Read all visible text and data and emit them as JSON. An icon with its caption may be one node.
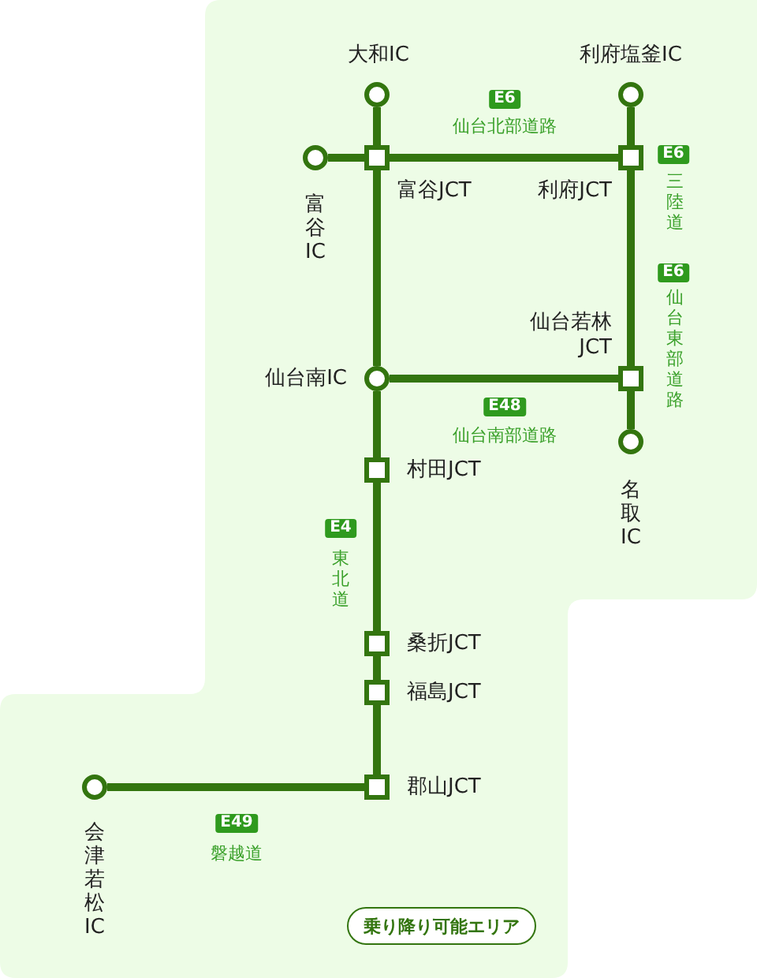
{
  "diagram": {
    "nodes": [
      {
        "text": [],
        "shape": "circle",
        "beside": [
          "大和IC"
        ]
      },
      {
        "text": [],
        "shape": "circle",
        "beside": [
          "利府塩釜IC"
        ]
      },
      {
        "text": [],
        "shape": "circle",
        "beside": [
          "富谷IC"
        ]
      },
      {
        "text": [],
        "shape": "box",
        "beside": [
          "富谷JCT"
        ]
      },
      {
        "text": [],
        "shape": "box",
        "beside": [
          "利府JCT"
        ]
      },
      {
        "text": [],
        "shape": "box",
        "beside": [
          "仙台若林JCT"
        ]
      },
      {
        "text": [],
        "shape": "circle",
        "beside": [
          "仙台南IC"
        ]
      },
      {
        "text": [],
        "shape": "circle",
        "beside": [
          "名取IC"
        ]
      },
      {
        "text": [],
        "shape": "box",
        "beside": [
          "村田JCT"
        ]
      },
      {
        "text": [],
        "shape": "box",
        "beside": [
          "桑折JCT"
        ]
      },
      {
        "text": [],
        "shape": "box",
        "beside": [
          "福島JCT"
        ]
      },
      {
        "text": [],
        "shape": "box",
        "beside": [
          "郡山JCT"
        ]
      },
      {
        "text": [],
        "shape": "circle",
        "beside": [
          "会津若松IC"
        ]
      },
      {
        "text": [
          "乗り降り可能エリア"
        ]
      }
    ],
    "edges": [
      {
        "from": 0,
        "to": 3,
        "arrow": "none"
      },
      {
        "from": 2,
        "to": 3,
        "arrow": "none"
      },
      {
        "from": 3,
        "to": 4,
        "arrow": "none"
      },
      {
        "from": 1,
        "to": 4,
        "arrow": "none"
      },
      {
        "from": 3,
        "to": 6,
        "arrow": "none"
      },
      {
        "from": 4,
        "to": 5,
        "arrow": "none"
      },
      {
        "from": 6,
        "to": 5,
        "arrow": "none"
      },
      {
        "from": 5,
        "to": 7,
        "arrow": "none"
      },
      {
        "from": 6,
        "to": 8,
        "arrow": "none"
      },
      {
        "from": 8,
        "to": 9,
        "arrow": "none"
      },
      {
        "from": 9,
        "to": 10,
        "arrow": "none"
      },
      {
        "from": 10,
        "to": 11,
        "arrow": "none"
      },
      {
        "from": 12,
        "to": 11,
        "arrow": "none"
      }
    ],
    "labels": [
      "E6",
      "仙台北部道路",
      "E6",
      "三陸道",
      "E6",
      "仙台東部道路",
      "E48",
      "仙台南部道路",
      "E4",
      "東北道",
      "E49",
      "磐越道"
    ]
  }
}
